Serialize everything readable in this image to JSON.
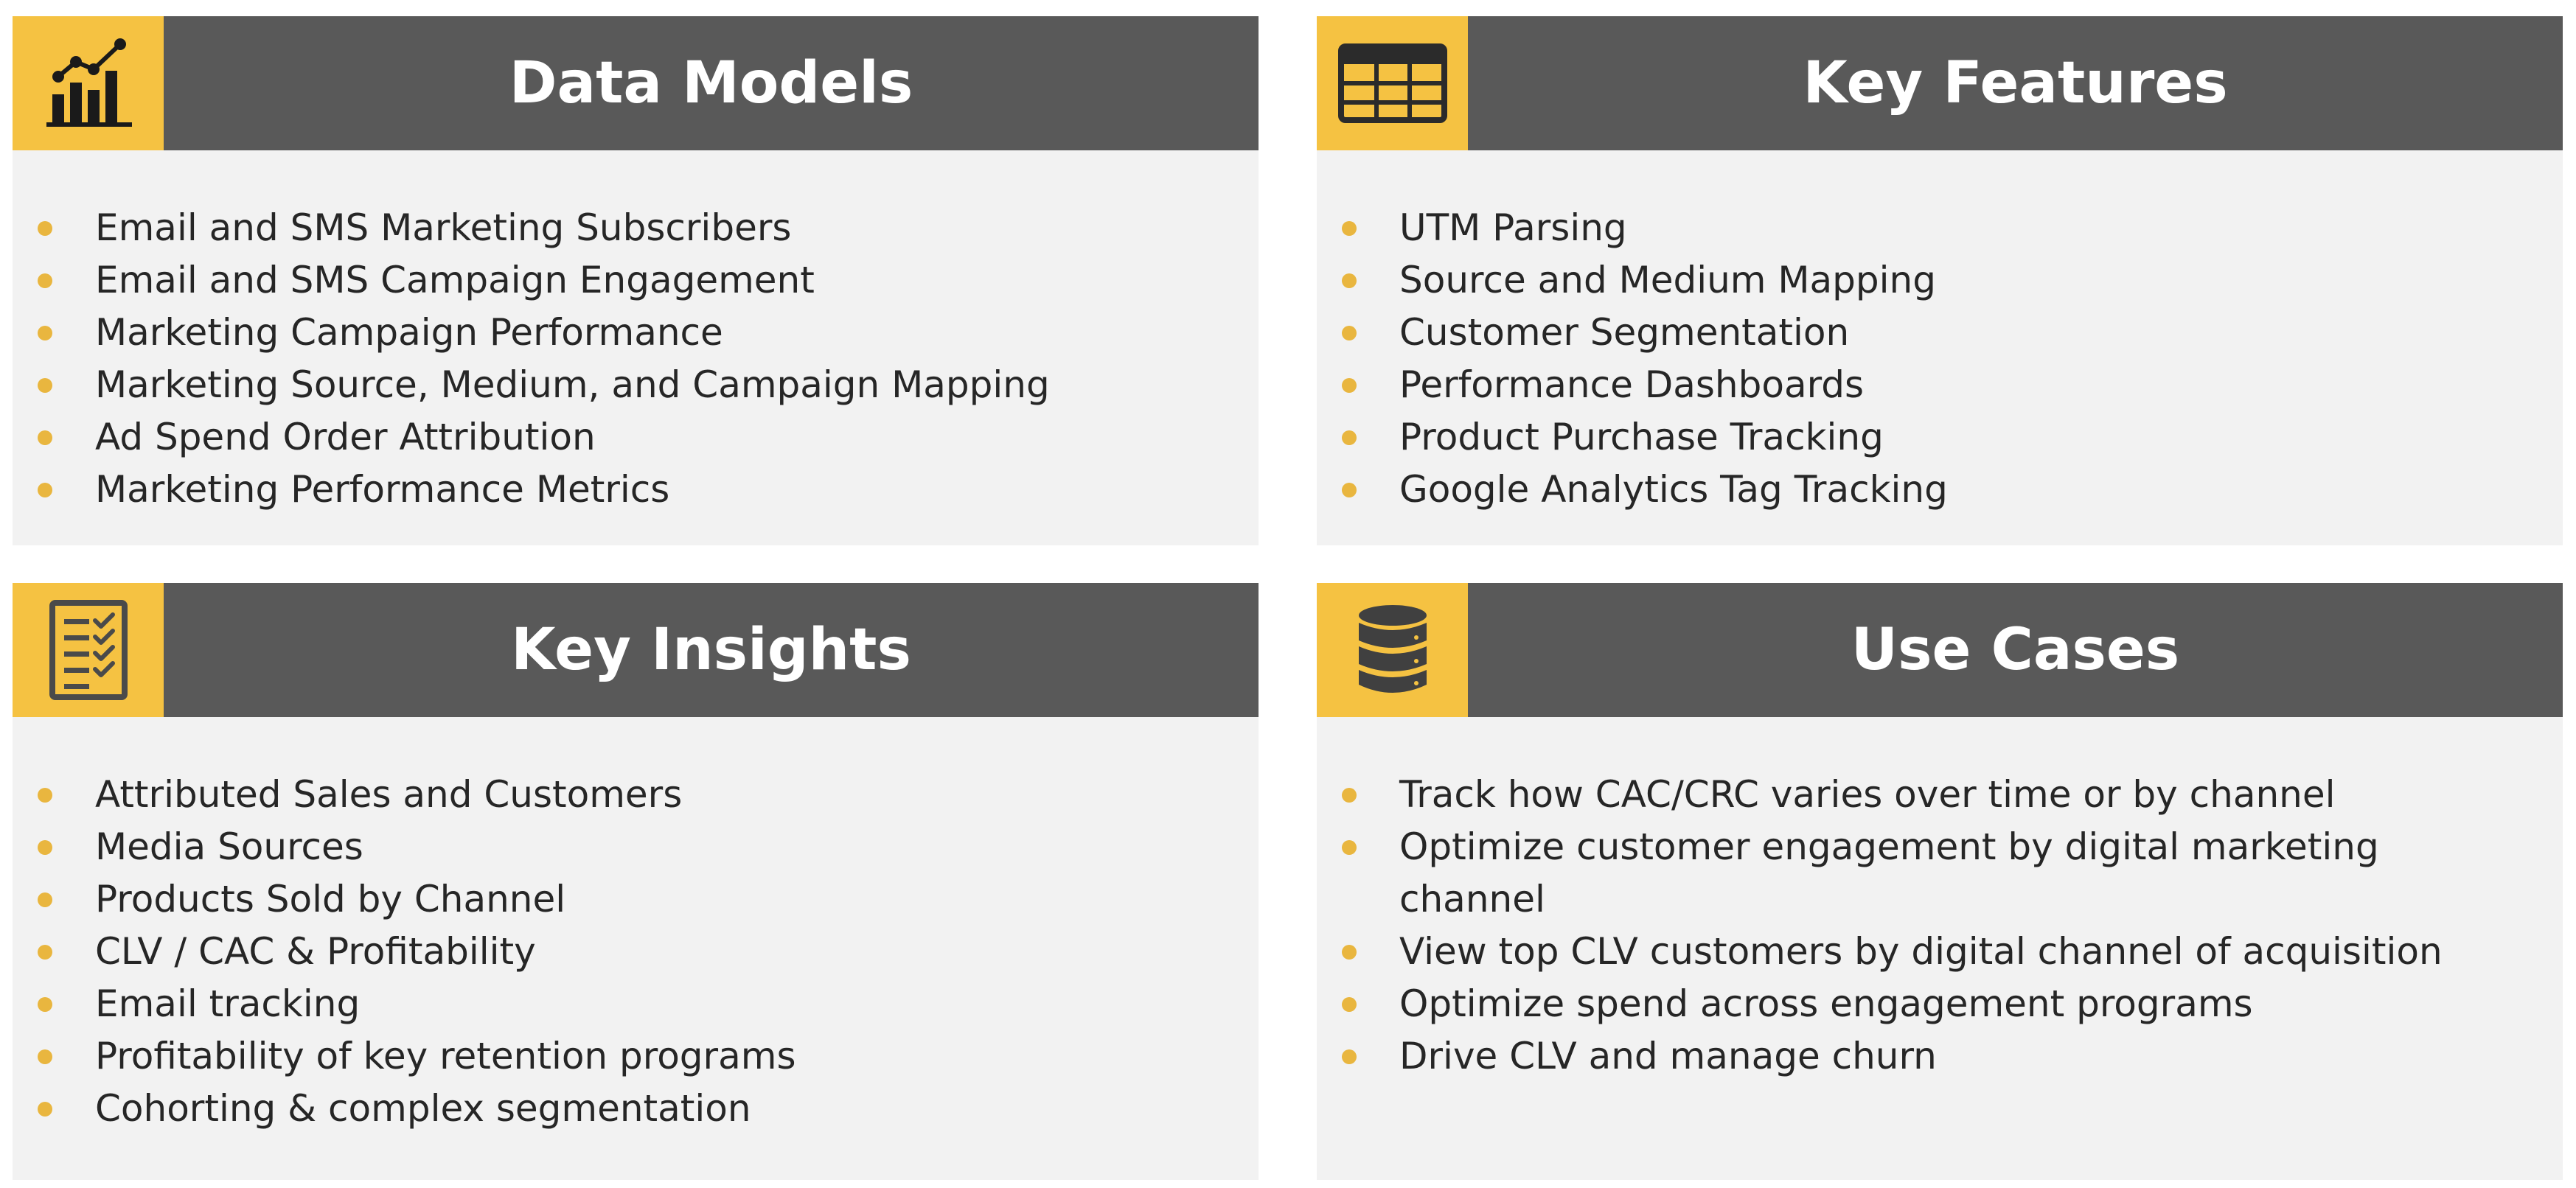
{
  "colors": {
    "header_bg": "#595959",
    "icon_bg": "#f5c242",
    "card_bg": "#f2f2f2",
    "bullet": "#e9b63f",
    "text": "#262626",
    "title_text": "#ffffff"
  },
  "cards": [
    {
      "title": "Data Models",
      "icon": "bar-chart-trend-icon",
      "items": [
        "Email and SMS Marketing Subscribers",
        "Email and SMS Campaign Engagement",
        "Marketing Campaign Performance",
        "Marketing Source, Medium, and Campaign Mapping",
        "Ad Spend Order Attribution",
        "Marketing Performance Metrics"
      ]
    },
    {
      "title": "Key Features",
      "icon": "table-grid-icon",
      "items": [
        "UTM Parsing",
        "Source and Medium Mapping",
        "Customer Segmentation",
        "Performance Dashboards",
        "Product Purchase Tracking",
        "Google Analytics Tag Tracking"
      ]
    },
    {
      "title": "Key Insights",
      "icon": "checklist-icon",
      "items": [
        "Attributed Sales and Customers",
        "Media Sources",
        "Products Sold by Channel",
        "CLV / CAC & Profitability",
        "Email tracking",
        "Profitability of key retention programs",
        "Cohorting & complex segmentation"
      ]
    },
    {
      "title": "Use Cases",
      "icon": "database-icon",
      "items": [
        "Track how CAC/CRC varies over time or by channel",
        "Optimize customer engagement by digital marketing channel",
        "View top CLV customers by digital channel of acquisition",
        "Optimize spend across engagement programs",
        "Drive CLV and manage churn"
      ]
    }
  ]
}
